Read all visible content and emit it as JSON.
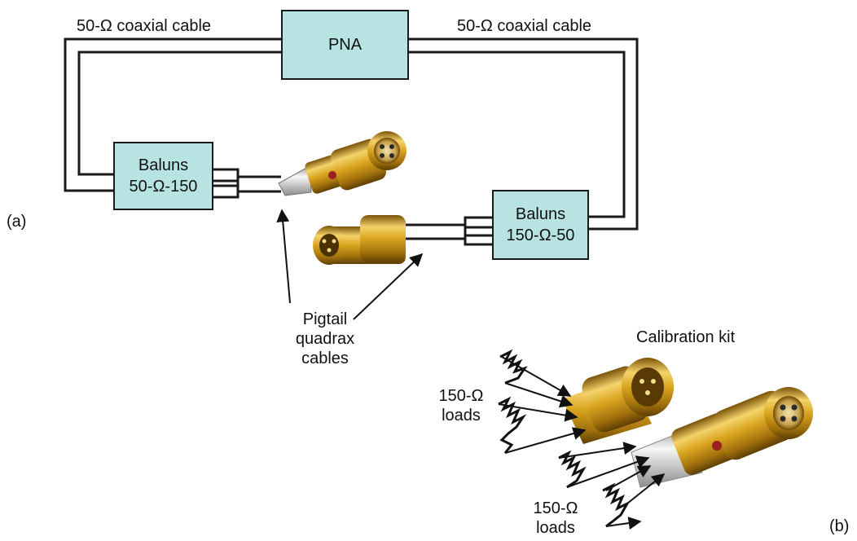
{
  "labels": {
    "coax_left": "50-Ω coaxial cable",
    "coax_right": "50-Ω coaxial cable",
    "panel_a": "(a)",
    "panel_b": "(b)",
    "pigtail_line1": "Pigtail",
    "pigtail_line2": "quadrax",
    "pigtail_line3": "cables",
    "calibration_kit": "Calibration kit",
    "loads_left_line1": "150-Ω",
    "loads_left_line2": "loads",
    "loads_bottom_line1": "150-Ω",
    "loads_bottom_line2": "loads"
  },
  "boxes": {
    "pna": "PNA",
    "balun_left_line1": "Baluns",
    "balun_left_line2": "50-Ω-150",
    "balun_right_line1": "Baluns",
    "balun_right_line2": "150-Ω-50"
  },
  "colors": {
    "box_fill": "#b7e3e3",
    "connector_gold": "#d9a520",
    "line": "#1a1a1a"
  }
}
